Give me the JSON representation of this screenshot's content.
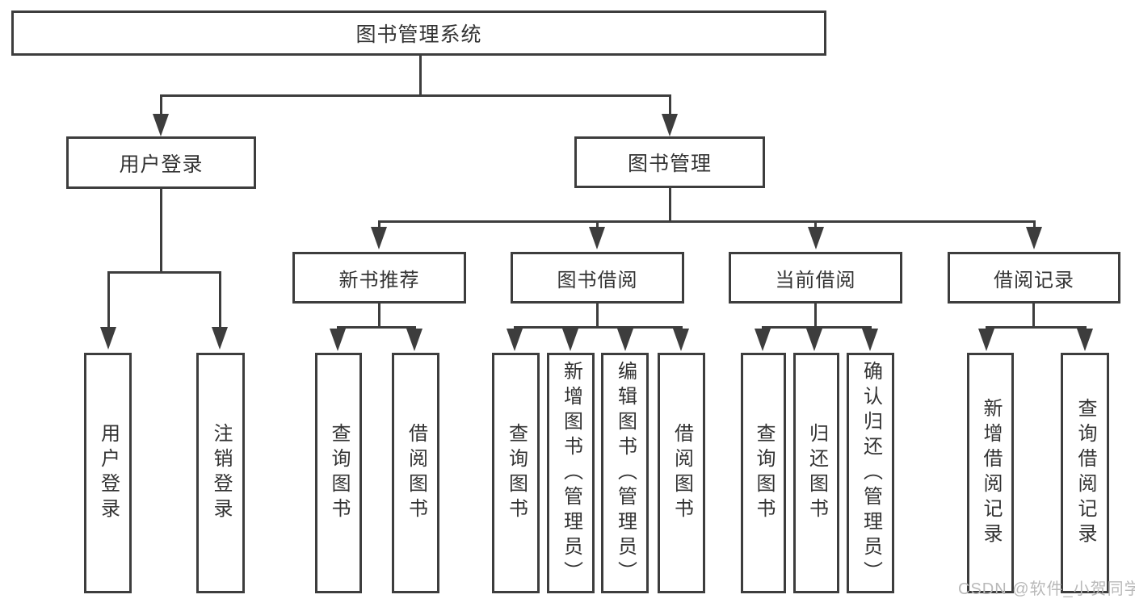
{
  "colors": {
    "line": "#3d3d3d",
    "text": "#333333",
    "watermark": "#b9b9b9",
    "background": "#ffffff"
  },
  "watermark": {
    "text": "CSDN @软件_小贺同学"
  },
  "tree": {
    "root": {
      "label": "图书管理系统",
      "children": [
        {
          "label": "用户登录",
          "children": [
            {
              "label": "用户登录"
            },
            {
              "label": "注销登录"
            }
          ]
        },
        {
          "label": "图书管理",
          "children": [
            {
              "label": "新书推荐",
              "children": [
                {
                  "label": "查询图书"
                },
                {
                  "label": "借阅图书"
                }
              ]
            },
            {
              "label": "图书借阅",
              "children": [
                {
                  "label": "查询图书"
                },
                {
                  "label": "新增图书（管理员）"
                },
                {
                  "label": "编辑图书（管理员）"
                },
                {
                  "label": "借阅图书"
                }
              ]
            },
            {
              "label": "当前借阅",
              "children": [
                {
                  "label": "查询图书"
                },
                {
                  "label": "归还图书"
                },
                {
                  "label": "确认归还（管理员）"
                }
              ]
            },
            {
              "label": "借阅记录",
              "children": [
                {
                  "label": "新增借阅记录"
                },
                {
                  "label": "查询借阅记录"
                }
              ]
            }
          ]
        }
      ]
    }
  }
}
